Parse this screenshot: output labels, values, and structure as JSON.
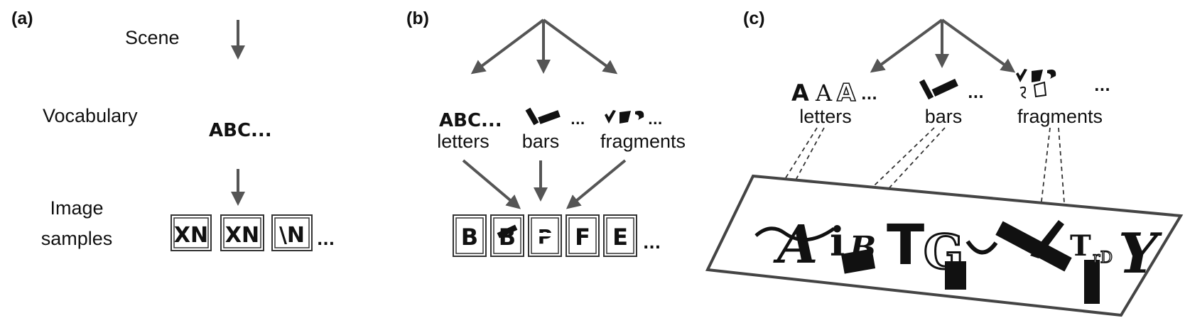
{
  "panel_a": {
    "tag": "(a)",
    "scene": "Scene",
    "vocabulary": "Vocabulary",
    "image_samples_line1": "Image",
    "image_samples_line2": "samples",
    "vocab_glyphs": "ABC...",
    "samples": [
      "XN",
      "XN",
      "\\N"
    ],
    "ellipsis": "..."
  },
  "panel_b": {
    "tag": "(b)",
    "letters": "letters",
    "bars": "bars",
    "fragments": "fragments",
    "letter_glyphs": "ABC...",
    "samples": [
      "B",
      "B",
      "P",
      "F",
      "E"
    ],
    "ellipsis": "..."
  },
  "panel_c": {
    "tag": "(c)",
    "letters": "letters",
    "bars": "bars",
    "fragments": "fragments",
    "letter_glyphs": "AAA",
    "scene_text": "AiBTGITY",
    "ellipsis": "..."
  },
  "colors": {
    "arrow": "#555555",
    "ink": "#111111"
  }
}
